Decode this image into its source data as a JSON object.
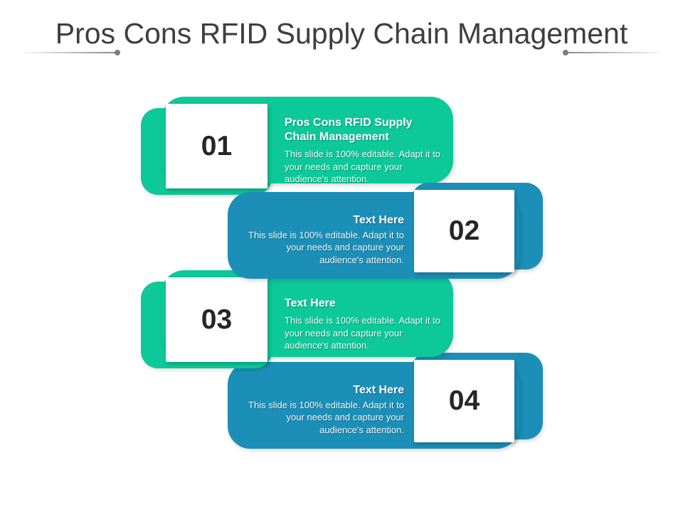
{
  "title": "Pros Cons RFID Supply Chain Management",
  "colors": {
    "green": "#0DC899",
    "blue": "#1B8FB7",
    "title_text": "#3E3E3E",
    "number_text": "#262626",
    "rule_gray": "#7D7D7D"
  },
  "blocks": [
    {
      "number": "01",
      "heading": "Pros Cons RFID Supply Chain Management",
      "body": "This slide is 100% editable. Adapt it to your needs and capture your audience's attention.",
      "color_key": "green",
      "number_side": "left"
    },
    {
      "number": "02",
      "heading": "Text Here",
      "body": "This slide is 100% editable. Adapt it to your needs and capture your audience's attention.",
      "color_key": "blue",
      "number_side": "right"
    },
    {
      "number": "03",
      "heading": "Text Here",
      "body": "This slide is 100% editable. Adapt it to your needs and capture your audience's attention.",
      "color_key": "green",
      "number_side": "left"
    },
    {
      "number": "04",
      "heading": "Text Here",
      "body": "This slide is 100% editable. Adapt it to your needs and capture your audience's attention.",
      "color_key": "blue",
      "number_side": "right"
    }
  ]
}
